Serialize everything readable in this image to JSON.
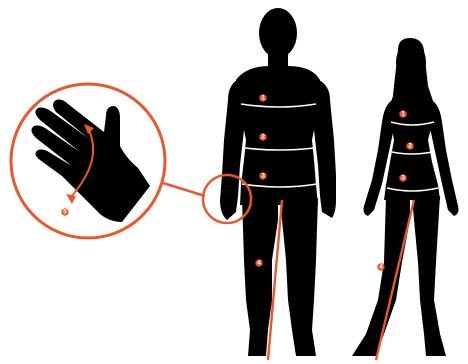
{
  "colors": {
    "accent": "#e8582a",
    "silhouette": "#000000",
    "guide": "#ffffff",
    "background": "#ffffff"
  },
  "markers": {
    "chest": "1",
    "waist": "2",
    "hips": "3",
    "inseam": "4",
    "hand": "5"
  }
}
